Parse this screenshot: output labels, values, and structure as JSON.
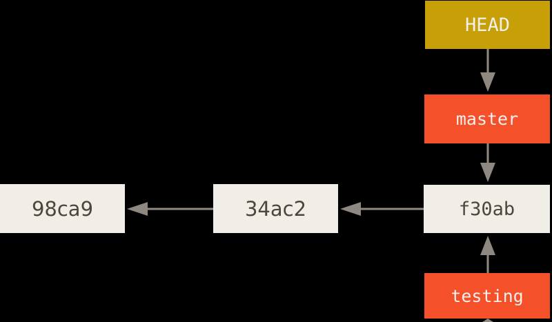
{
  "diagram": {
    "description": "Git branch pointer diagram: HEAD points to master; master and testing branches point to commit f30ab; commit history f30ab -> 34ac2 -> 98ca9",
    "nodes": {
      "head": {
        "label": "HEAD",
        "type": "pointer",
        "bg": "#c79f06",
        "text_color": "#f2efec"
      },
      "master": {
        "label": "master",
        "type": "branch",
        "bg": "#f4502a",
        "text_color": "#f2efec"
      },
      "testing": {
        "label": "testing",
        "type": "branch",
        "bg": "#f4502a",
        "text_color": "#f2efec"
      },
      "commit_f30ab": {
        "label": "f30ab",
        "type": "commit",
        "bg": "#f0eee6",
        "text_color": "#4c463c"
      },
      "commit_34ac2": {
        "label": "34ac2",
        "type": "commit",
        "bg": "#f0eee6",
        "text_color": "#4c463c"
      },
      "commit_98ca9": {
        "label": "98ca9",
        "type": "commit",
        "bg": "#f0eee6",
        "text_color": "#4c463c"
      }
    },
    "edges": [
      {
        "from": "HEAD",
        "to": "master",
        "direction": "down"
      },
      {
        "from": "master",
        "to": "f30ab",
        "direction": "down"
      },
      {
        "from": "testing",
        "to": "f30ab",
        "direction": "up"
      },
      {
        "from": "f30ab",
        "to": "34ac2",
        "direction": "left"
      },
      {
        "from": "34ac2",
        "to": "98ca9",
        "direction": "left"
      }
    ],
    "colors": {
      "background": "#000000",
      "pointer_gold": "#c79f06",
      "branch_orange": "#f4502a",
      "commit_cream": "#f0eee6",
      "commit_text": "#4c463c",
      "arrow_gray": "#908a82"
    }
  }
}
